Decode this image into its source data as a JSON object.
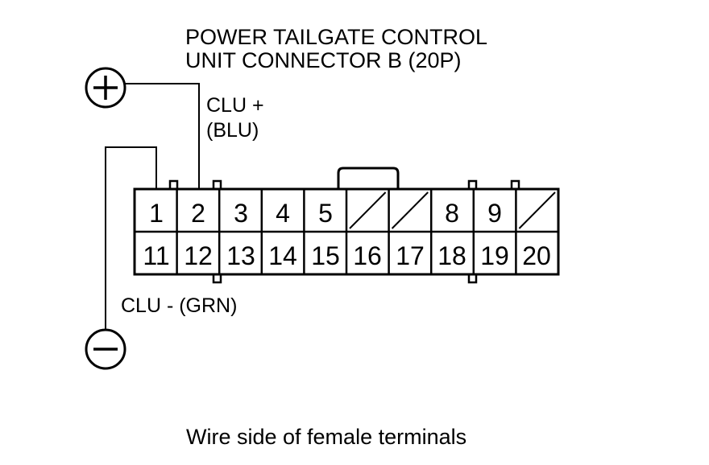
{
  "title_line1": "POWER TAILGATE CONTROL",
  "title_line2": "UNIT CONNECTOR B (20P)",
  "positive_terminal": {
    "icon": "plus-circle-icon"
  },
  "negative_terminal": {
    "icon": "minus-circle-icon"
  },
  "clu_plus_line1": "CLU +",
  "clu_plus_line2": "(BLU)",
  "clu_minus": "CLU -  (GRN)",
  "pins_top": [
    "1",
    "2",
    "3",
    "4",
    "5",
    "",
    "",
    "8",
    "9",
    ""
  ],
  "pins_bottom": [
    "11",
    "12",
    "13",
    "14",
    "15",
    "16",
    "17",
    "18",
    "19",
    "20"
  ],
  "caption": "Wire side of female terminals"
}
